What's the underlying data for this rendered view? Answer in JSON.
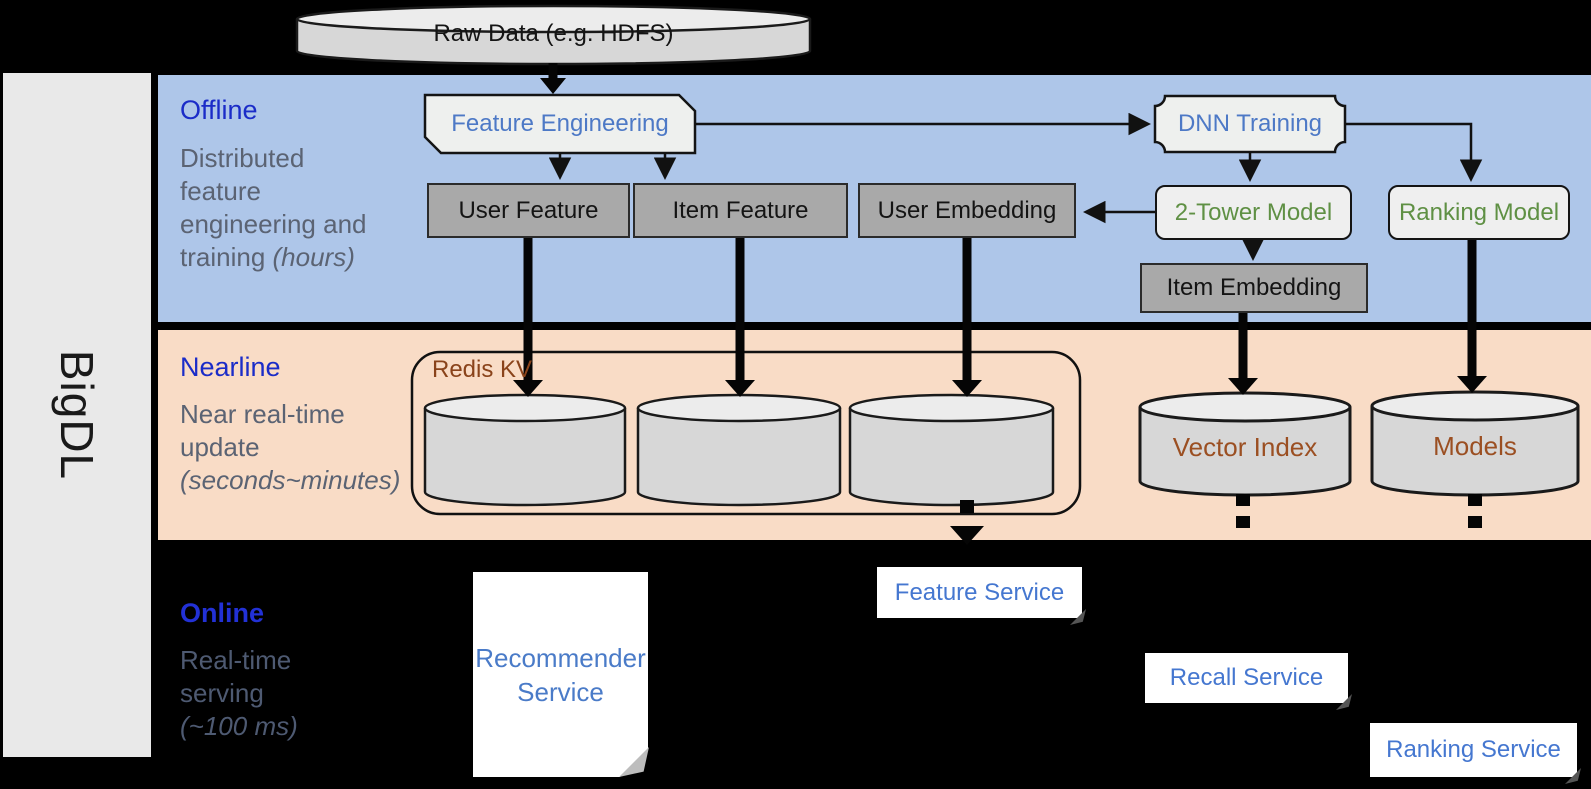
{
  "brand": "BigDL",
  "bands": {
    "offline": {
      "label": "Offline",
      "desc_line1": "Distributed",
      "desc_line2": "feature",
      "desc_line3": "engineering and",
      "desc_line4_normal": "training ",
      "desc_line4_italic": "(hours)"
    },
    "nearline": {
      "label": "Nearline",
      "desc_line1": "Near real-time",
      "desc_line2": "update",
      "desc_line3_italic": "(seconds~minutes)"
    },
    "online": {
      "label": "Online",
      "desc_line1": "Real-time",
      "desc_line2": "serving",
      "desc_line3_italic": "(~100 ms)"
    }
  },
  "nodes": {
    "raw_data": "Raw Data (e.g. HDFS)",
    "feature_engineering": "Feature Engineering",
    "dnn_training": "DNN Training",
    "user_feature": "User Feature",
    "item_feature": "Item Feature",
    "user_embedding": "User Embedding",
    "two_tower_model": "2-Tower Model",
    "ranking_model": "Ranking Model",
    "item_embedding": "Item Embedding",
    "redis_kv": "Redis KV",
    "vector_index": "Vector Index",
    "models": "Models",
    "feature_service": "Feature Service",
    "recall_service": "Recall Service",
    "ranking_service": "Ranking Service",
    "recommender_service_line1": "Recommender",
    "recommender_service_line2": "Service"
  },
  "colors": {
    "offline_band": "#aec6e9",
    "nearline_band": "#f9dcc6",
    "online_background": "#000000",
    "section_label_blue": "#1b2cc8",
    "node_blue_text": "#4d79c6",
    "node_green_text": "#5f9044",
    "node_brown_text": "#9b4f22",
    "gray_box_fill": "#a9a9a9",
    "light_box_fill": "#efefef",
    "cylinder_fill": "#d7d7d7"
  }
}
